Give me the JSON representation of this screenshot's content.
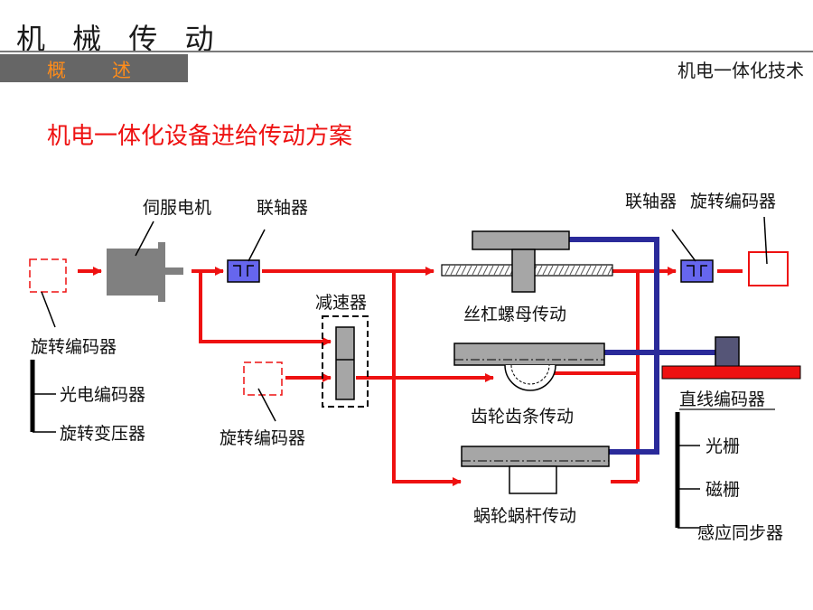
{
  "header": {
    "title": "机 械 传 动",
    "sub_left": "概",
    "sub_right": "述",
    "right_text": "机电一体化技术"
  },
  "main_title": "机电一体化设备进给传动方案",
  "labels": {
    "servo_motor": "伺服电机",
    "coupling_1": "联轴器",
    "coupling_2": "联轴器",
    "rotary_encoder_top": "旋转编码器",
    "reducer": "减速器",
    "ball_screw": "丝杠螺母传动",
    "rack_pinion": "齿轮齿条传动",
    "worm_gear": "蜗轮蜗杆传动",
    "rotary_encoder_left": "旋转编码器",
    "photo_encoder": "光电编码器",
    "resolver": "旋转变压器",
    "rotary_encoder_mid": "旋转编码器",
    "linear_encoder": "直线编码器",
    "grating": "光栅",
    "magnetic_scale": "磁栅",
    "inductosyn": "感应同步器"
  },
  "colors": {
    "red": "#ee1111",
    "blue": "#2a2a9a",
    "gray": "#a6a6a6",
    "motor_gray": "#808080",
    "coupling_blue": "#6666ee"
  }
}
